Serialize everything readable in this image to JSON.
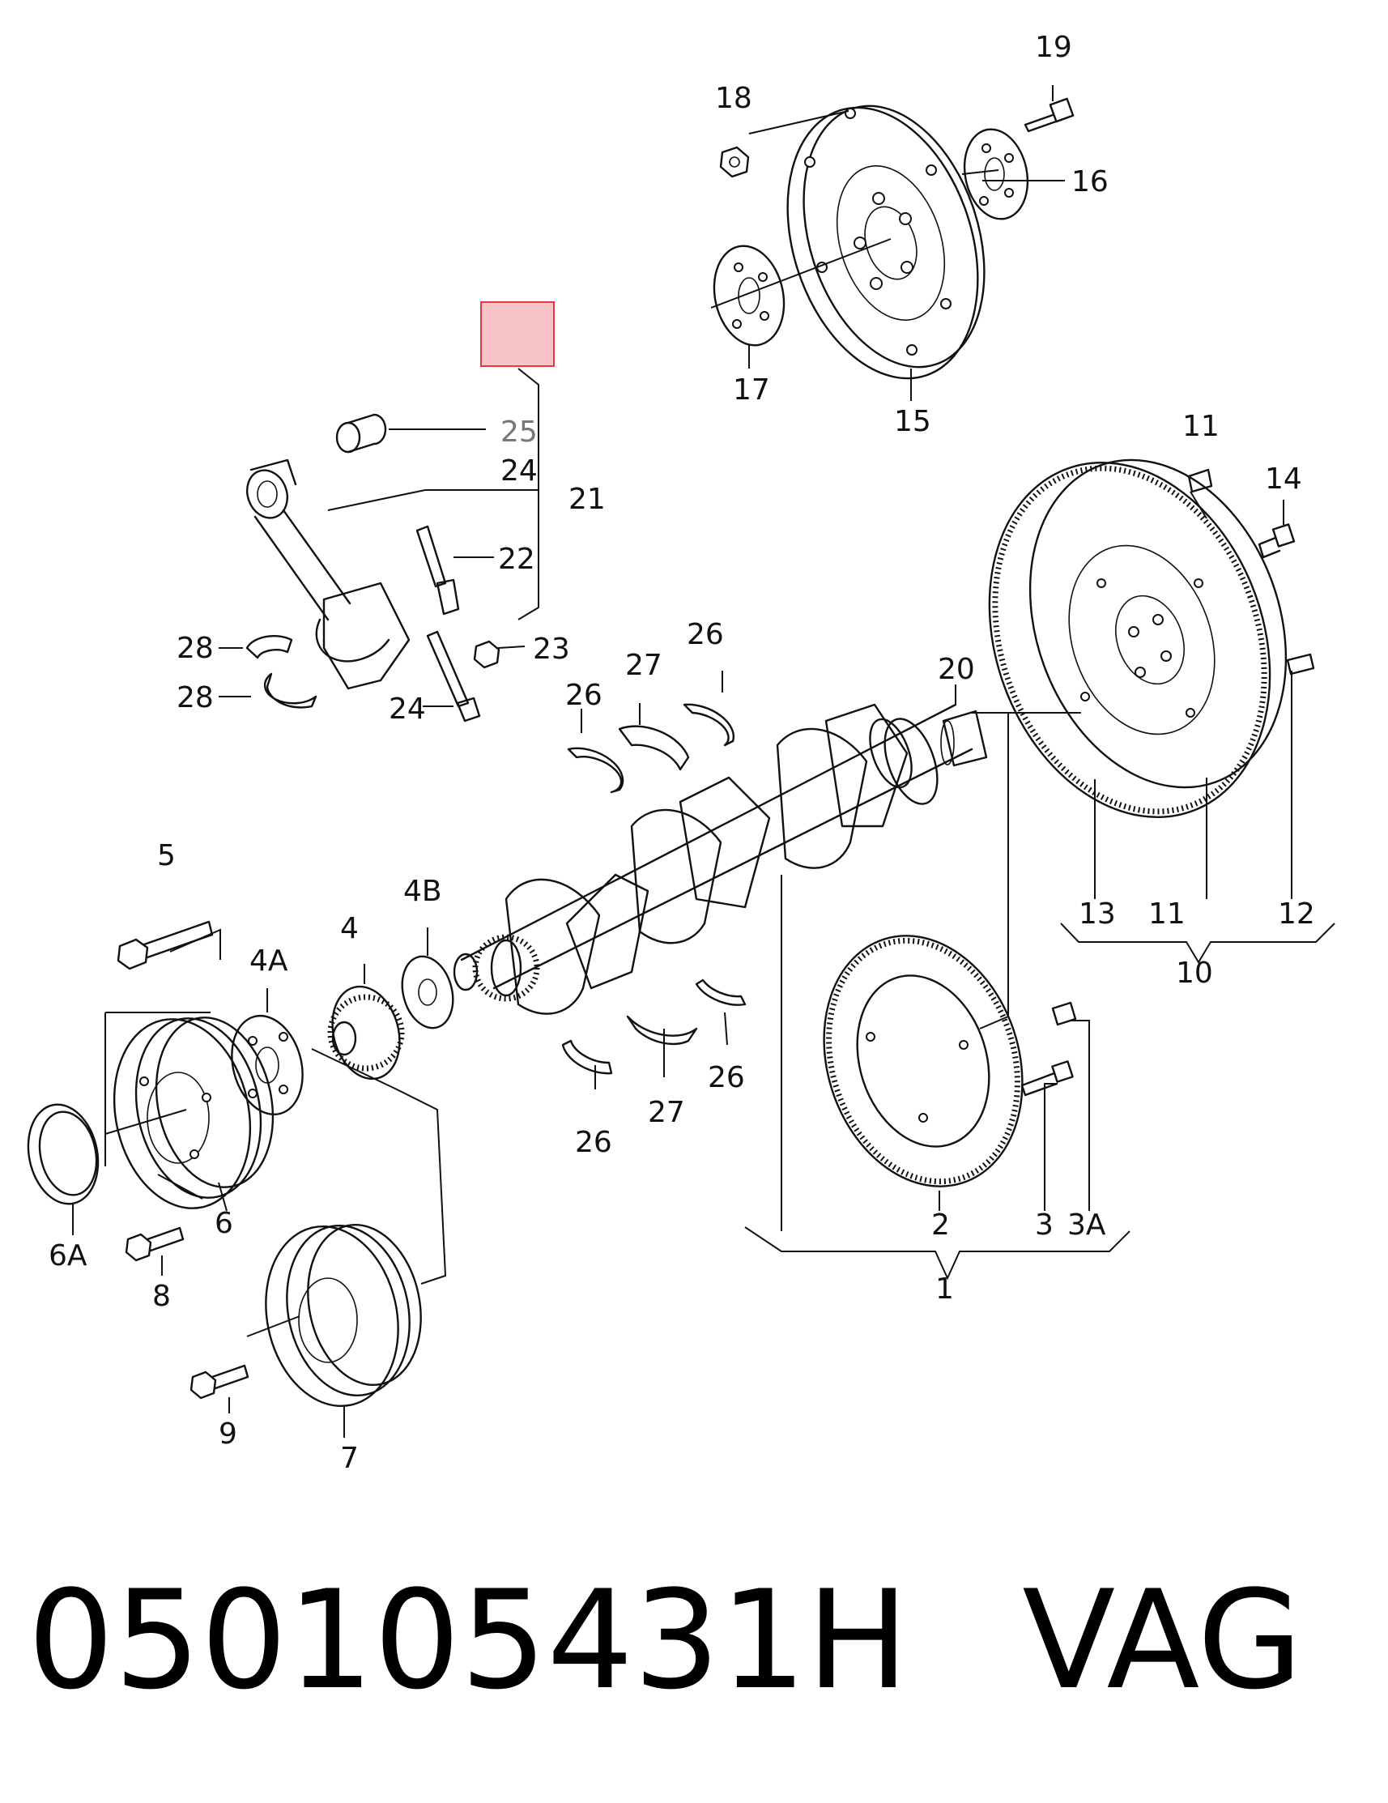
{
  "callouts": {
    "c1": "1",
    "c2": "2",
    "c3": "3",
    "c3a": "3A",
    "c4": "4",
    "c4a": "4A",
    "c4b": "4B",
    "c5": "5",
    "c6": "6",
    "c6a": "6A",
    "c7": "7",
    "c8": "8",
    "c9": "9",
    "c10": "10",
    "c11a": "11",
    "c11b": "11",
    "c12": "12",
    "c13": "13",
    "c14": "14",
    "c15": "15",
    "c16": "16",
    "c17": "17",
    "c18": "18",
    "c19": "19",
    "c20": "20",
    "c21": "21",
    "c22": "22",
    "c23": "23",
    "c24a": "24",
    "c24b": "24",
    "c25": "25",
    "c26a": "26",
    "c26b": "26",
    "c26c": "26",
    "c26d": "26",
    "c27a": "27",
    "c27b": "27",
    "c28a": "28",
    "c28b": "28"
  },
  "highlighted_callout": "25",
  "footer": {
    "part_number": "050105431H",
    "brand": "VAG"
  }
}
